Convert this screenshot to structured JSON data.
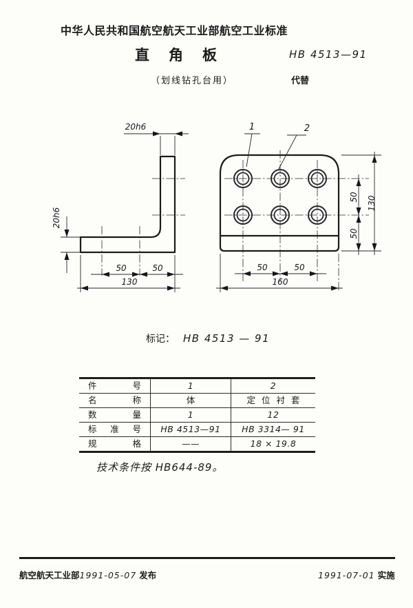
{
  "page": {
    "background": "#fdfdfa",
    "ink": "#1b1b1b"
  },
  "header": {
    "org_line": "中华人民共和国航空航天工业部航空工业标准",
    "title": "直角板",
    "standard_no": "HB 4513—91",
    "subtitle": "（划线钻孔台用）",
    "replaces_label": "代替"
  },
  "drawing": {
    "left_view": {
      "leg_width": "20h6",
      "leg_thickness": "20h6",
      "span_a": "50",
      "span_b": "50",
      "length_total": "130"
    },
    "front_view": {
      "item_no_1": "1",
      "item_no_2": "2",
      "row_span_a": "50",
      "row_span_b": "50",
      "height_total": "130",
      "col_span_a": "50",
      "col_span_b": "50",
      "width_total": "160"
    }
  },
  "marking": {
    "label": "标记：",
    "value": "HB 4513 — 91"
  },
  "parts_table": {
    "rows": [
      {
        "label": "件号",
        "col1": "1",
        "col2": "2"
      },
      {
        "label": "名称",
        "col1": "体",
        "col2": "定位衬套"
      },
      {
        "label": "数量",
        "col1": "1",
        "col2": "12"
      },
      {
        "label": "标准号",
        "col1": "HB 4513—91",
        "col2": "HB 3314— 91"
      },
      {
        "label": "规格",
        "col1": "——",
        "col2": "18 × 19.8"
      }
    ]
  },
  "note": "技术条件按 HB644-89。",
  "footer": {
    "issuer": "航空航天工业部",
    "issue_date": "1991-05-07",
    "issue_label": "发布",
    "impl_date": "1991-07-01",
    "impl_label": "实施"
  }
}
